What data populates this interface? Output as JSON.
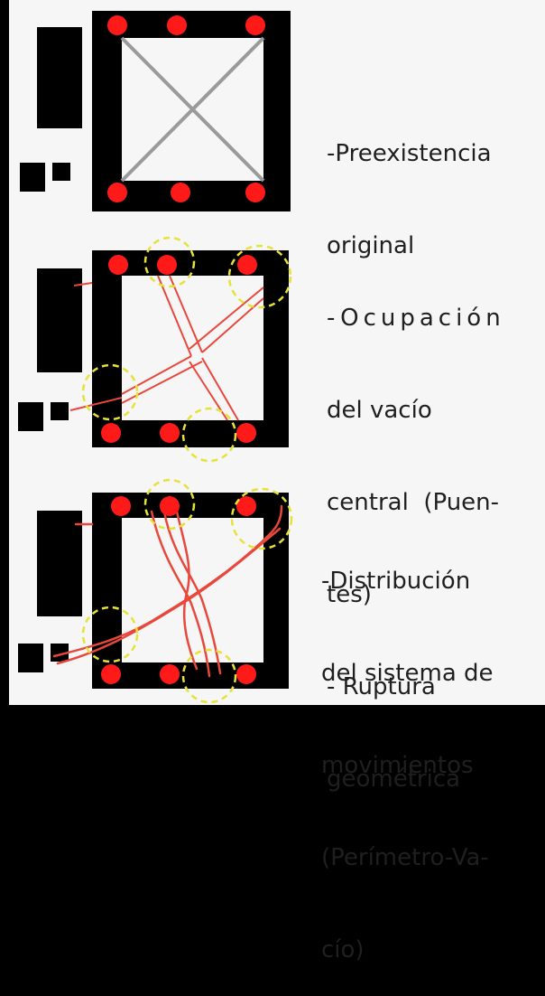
{
  "colors": {
    "background": "#f6f6f6",
    "frame": "#000000",
    "building": "#000000",
    "column": "#ff1a1a",
    "path": "#e8483c",
    "diagonal": "#9a9a9a",
    "highlight": "#e6e23a"
  },
  "panels": [
    {
      "caption_lines": [
        "-Preexistencia",
        "original"
      ]
    },
    {
      "caption_lines": [
        "-Ocupación",
        "del vacío",
        "central  (Puen-",
        "tes)",
        "- Ruptura",
        "geométrica"
      ]
    },
    {
      "caption_lines": [
        "-Distribución",
        "del sistema de",
        "movimientos",
        "(Perímetro-Va-",
        "cío)"
      ]
    }
  ]
}
